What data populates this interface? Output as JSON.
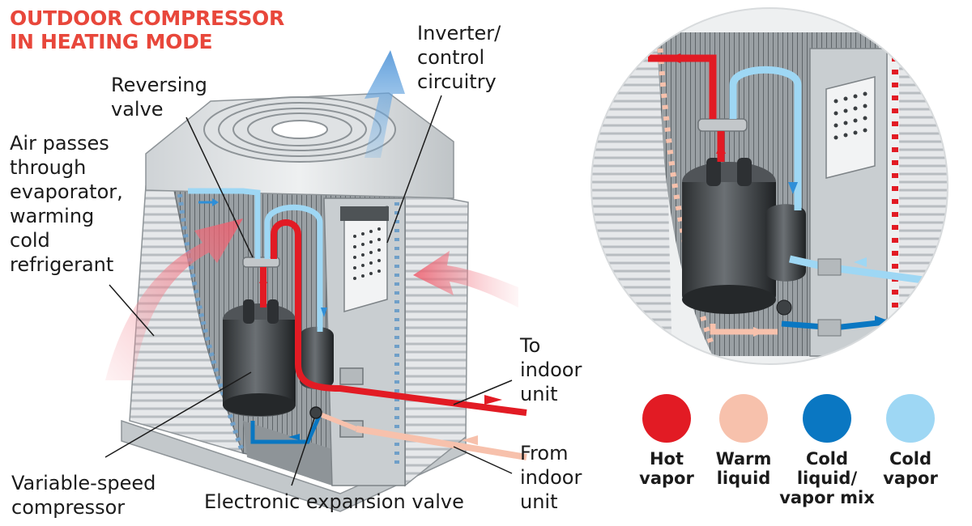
{
  "title": {
    "line1": "OUTDOOR COMPRESSOR",
    "line2": "IN HEATING MODE"
  },
  "labels": {
    "air": [
      "Air passes",
      "through",
      "evaporator,",
      "warming",
      "cold",
      "refrigerant"
    ],
    "reversing": [
      "Reversing",
      "valve"
    ],
    "inverter": [
      "Inverter/",
      "control",
      "circuitry"
    ],
    "to_indoor": [
      "To",
      "indoor",
      "unit"
    ],
    "from_indoor": [
      "From",
      "indoor",
      "unit"
    ],
    "compressor": [
      "Variable-speed",
      "compressor"
    ],
    "expansion": "Electronic expansion valve"
  },
  "legend": [
    {
      "color": "#e21b24",
      "lines": [
        "Hot",
        "vapor"
      ]
    },
    {
      "color": "#f7c1ac",
      "lines": [
        "Warm",
        "liquid"
      ]
    },
    {
      "color": "#0a77c2",
      "lines": [
        "Cold",
        "liquid/",
        "vapor mix"
      ]
    },
    {
      "color": "#9ed7f4",
      "lines": [
        "Cold",
        "vapor"
      ]
    }
  ],
  "colors": {
    "hot_vapor": "#e21b24",
    "warm_liquid": "#f7c1ac",
    "cold_mix": "#0a77c2",
    "cold_vapor": "#9ed7f4",
    "title": "#e8473b"
  }
}
